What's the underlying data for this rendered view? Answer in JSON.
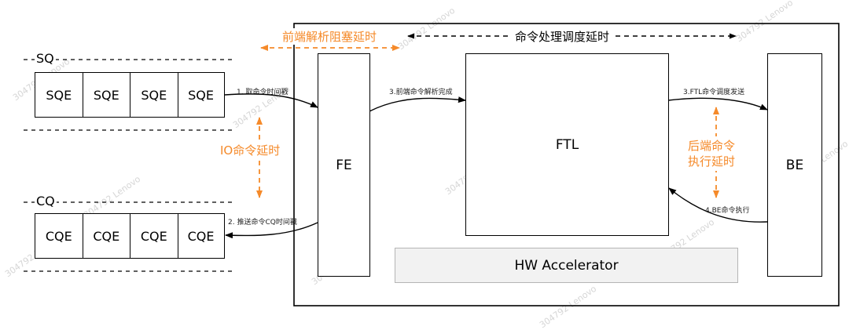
{
  "queues": {
    "sq": {
      "label": "SQ",
      "entries": [
        "SQE",
        "SQE",
        "SQE",
        "SQE"
      ]
    },
    "cq": {
      "label": "CQ",
      "entries": [
        "CQE",
        "CQE",
        "CQE",
        "CQE"
      ]
    }
  },
  "blocks": {
    "fe": "FE",
    "ftl": "FTL",
    "be": "BE",
    "hw": "HW Accelerator"
  },
  "latencies": {
    "frontend_parse": "前端解析阻塞延时",
    "cmd_schedule": "命令处理调度延时",
    "io_cmd": "IO命令延时",
    "backend_exec_line1": "后端命令",
    "backend_exec_line2": "执行延时"
  },
  "steps": {
    "fetch": "1. 取命令时间戳",
    "push_cq": "2. 推送命令CQ时间戳",
    "fe_parse_done": "3.前端命令解析完成",
    "ftl_dispatch": "3.FTL命令调度发送",
    "be_exec": "4.BE命令执行"
  },
  "watermark": "304792 Lenovo",
  "colors": {
    "accent": "#f58a2a",
    "stroke": "#000000",
    "hw_fill": "#f2f2f2"
  }
}
